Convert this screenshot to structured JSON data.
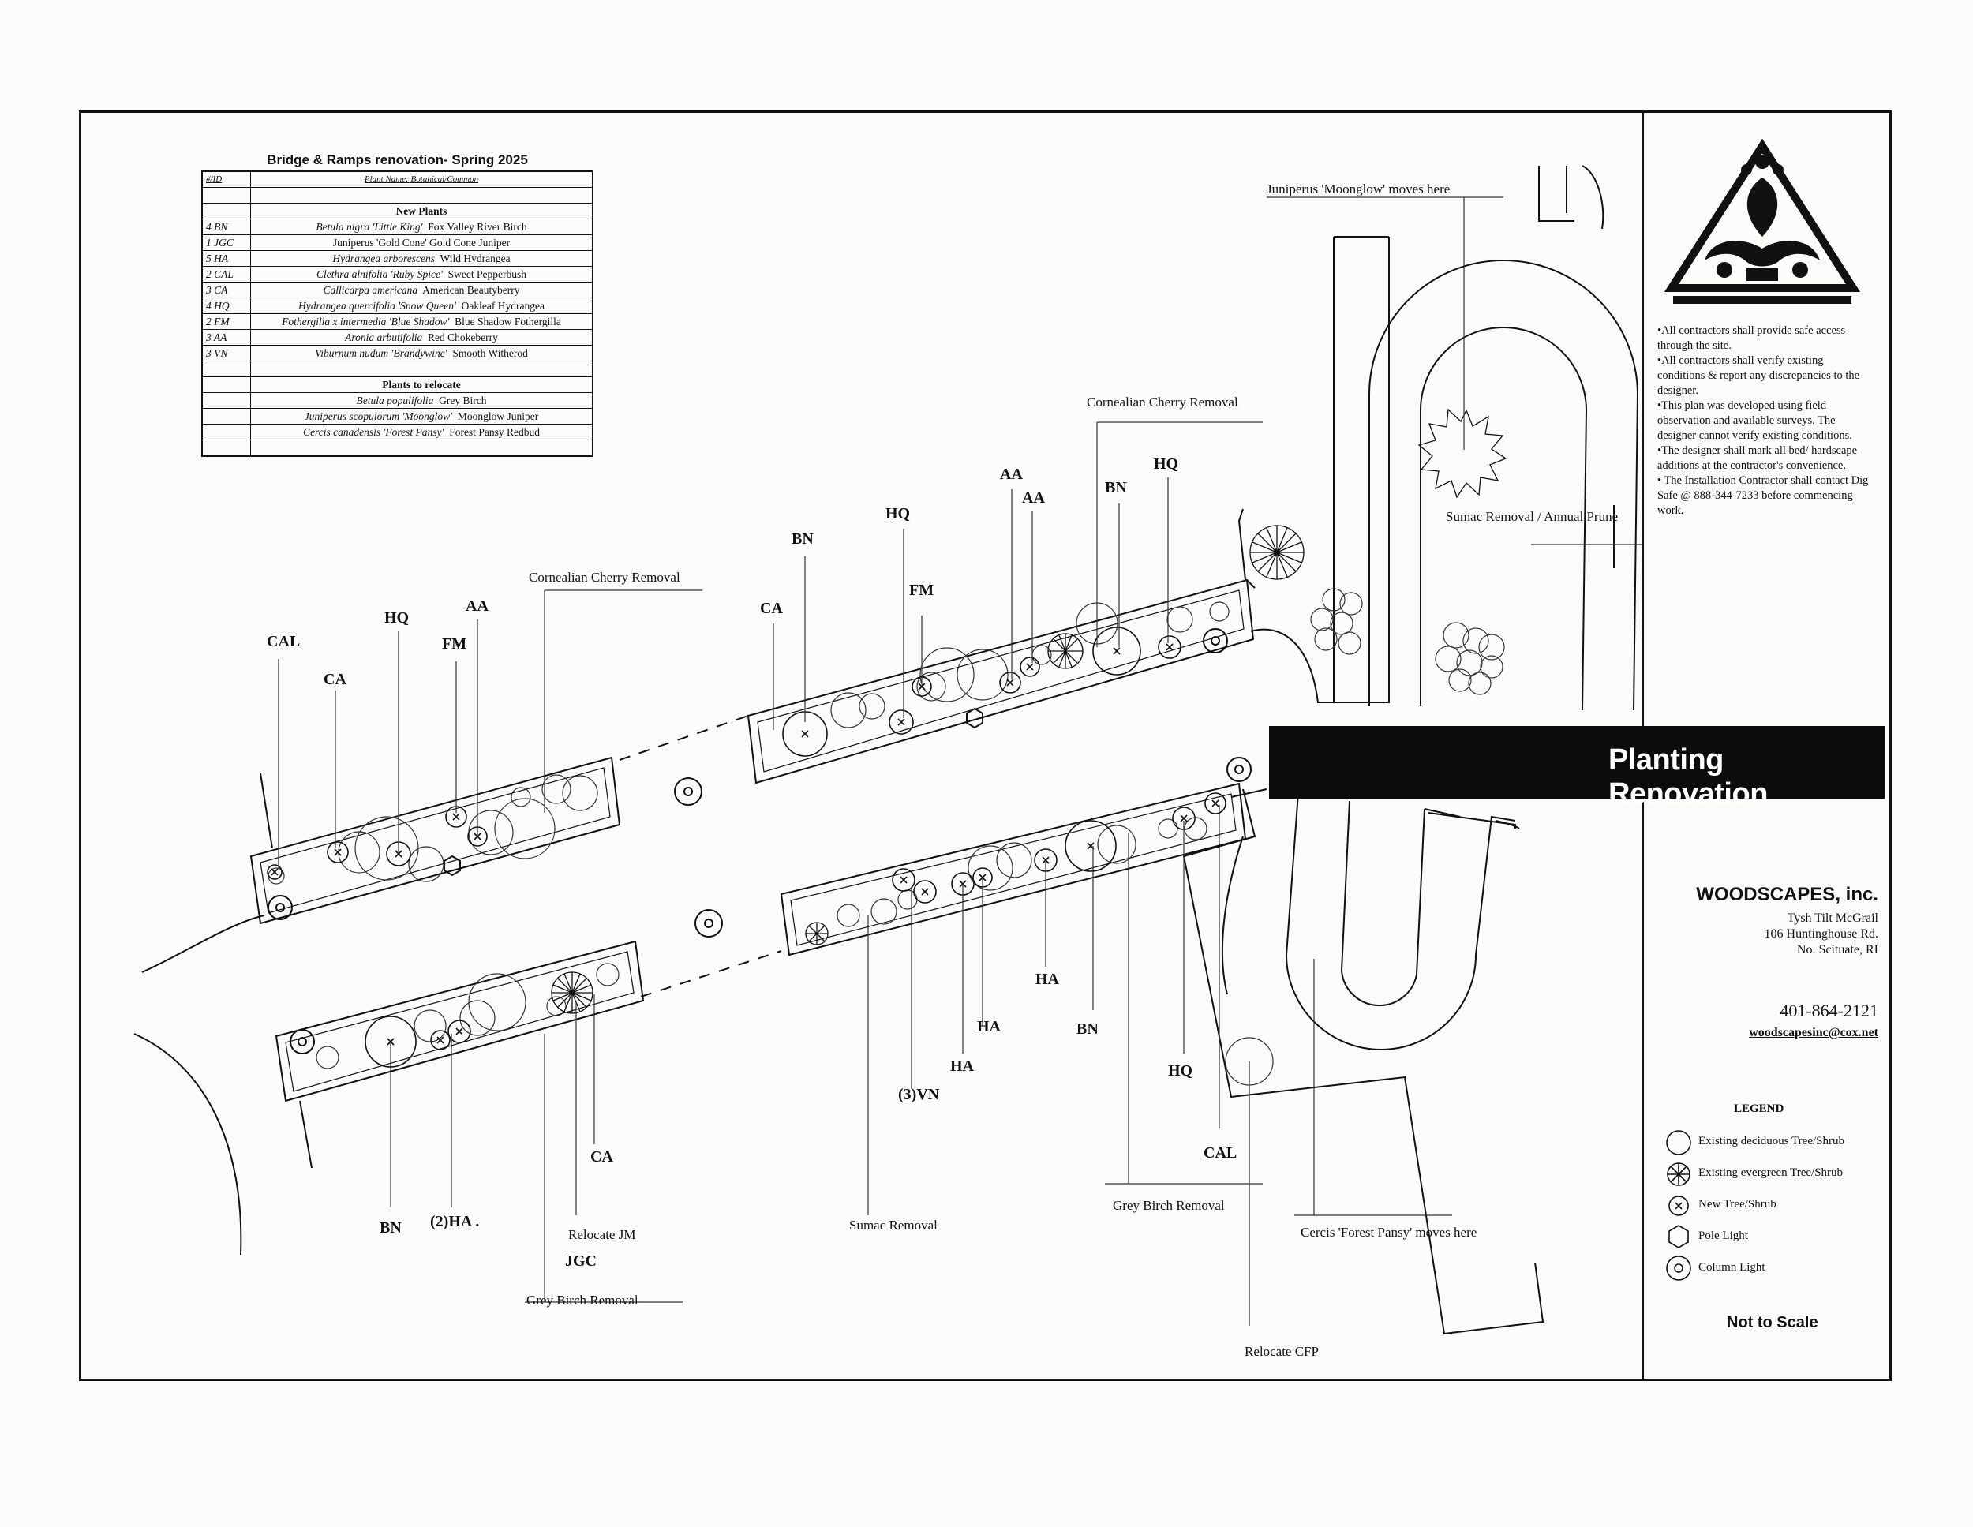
{
  "table": {
    "title": "Bridge & Ramps renovation- Spring 2025",
    "col_id": "#/ID",
    "col_name": "Plant Name: Botanical/Common",
    "new_heading": "New Plants",
    "new_plants": [
      {
        "id": "4 BN",
        "botanical": "Betula nigra 'Little King'",
        "common": "Fox Valley River Birch"
      },
      {
        "id": "1 JGC",
        "botanical": "",
        "common": "Juniperus 'Gold Cone'  Gold Cone Juniper"
      },
      {
        "id": "5 HA",
        "botanical": "Hydrangea arborescens",
        "common": "Wild Hydrangea"
      },
      {
        "id": "2 CAL",
        "botanical": "Clethra alnifolia 'Ruby Spice'",
        "common": "Sweet Pepperbush"
      },
      {
        "id": "3 CA",
        "botanical": "Callicarpa americana",
        "common": "American Beautyberry"
      },
      {
        "id": "4 HQ",
        "botanical": "Hydrangea quercifolia 'Snow Queen'",
        "common": "Oakleaf Hydrangea"
      },
      {
        "id": "2 FM",
        "botanical": "Fothergilla x intermedia 'Blue Shadow'",
        "common": "Blue Shadow Fothergilla"
      },
      {
        "id": "3 AA",
        "botanical": "Aronia arbutifolia",
        "common": "Red Chokeberry"
      },
      {
        "id": "3 VN",
        "botanical": "Viburnum nudum 'Brandywine'",
        "common": "Smooth Witherod"
      }
    ],
    "relocate_heading": "Plants to relocate",
    "relocate_plants": [
      {
        "botanical": "Betula populifolia",
        "common": "Grey Birch"
      },
      {
        "botanical": "Juniperus scopulorum 'Moonglow'",
        "common": "Moonglow Juniper"
      },
      {
        "botanical": "Cercis canadensis 'Forest Pansy'",
        "common": "Forest Pansy Redbud"
      }
    ]
  },
  "notes": [
    "•All contractors shall provide safe access through the site.",
    "•All contractors shall verify existing conditions & report any discrepancies to the designer.",
    "•This plan was developed using field observation and available surveys. The designer cannot verify existing conditions.",
    "•The designer shall mark all bed/ hardscape additions at the contractor's convenience.",
    "• The Installation Contractor shall contact Dig Safe @ 888-344-7233 before commencing work."
  ],
  "banner": "Planting Renovation",
  "company": {
    "name": "WOODSCAPES, inc.",
    "person": "Tysh Tilt McGrail",
    "street": "106 Huntinghouse Rd.",
    "city": "No. Scituate, RI",
    "phone": "401-864-2121",
    "email": "woodscapesinc@cox.net"
  },
  "legend": {
    "title": "LEGEND",
    "items": [
      {
        "symbol": "deciduous",
        "label": "Existing deciduous Tree/Shrub"
      },
      {
        "symbol": "evergreen",
        "label": "Existing evergreen Tree/Shrub"
      },
      {
        "symbol": "new",
        "label": "New Tree/Shrub"
      },
      {
        "symbol": "pole",
        "label": "Pole Light"
      },
      {
        "symbol": "column",
        "label": "Column Light"
      }
    ]
  },
  "scale_note": "Not to Scale",
  "annotations": {
    "juniperus_moves": "Juniperus 'Moonglow' moves here",
    "cornelian_1": "Cornealian Cherry Removal",
    "cornelian_2": "Cornealian Cherry Removal",
    "sumac_prune": "Sumac Removal / Annual Prune",
    "sumac_removal": "Sumac Removal",
    "grey_birch_1": "Grey Birch Removal",
    "grey_birch_2": "Grey Birch Removal",
    "relocate_jm": "Relocate JM",
    "relocate_cfp": "Relocate CFP",
    "cercis_moves": "Cercis 'Forest Pansy' moves here"
  },
  "codes": {
    "cal_1": "CAL",
    "ca_1": "CA",
    "hq_1": "HQ",
    "fm_1": "FM",
    "aa_1": "AA",
    "ca_2": "CA",
    "bn_1": "BN",
    "hq_2": "HQ",
    "fm_2": "FM",
    "aa_2": "AA",
    "aa_3": "AA",
    "bn_2": "BN",
    "hq_3": "HQ",
    "bn_3": "BN",
    "ha_1": "(2)HA .",
    "ca_3": "CA",
    "jgc": "JGC",
    "ha_2": "HA",
    "ha_3": "HA",
    "vn": "(3)VN",
    "ha_4": "HA",
    "bn_4": "BN",
    "hq_4": "HQ",
    "cal_2": "CAL"
  }
}
